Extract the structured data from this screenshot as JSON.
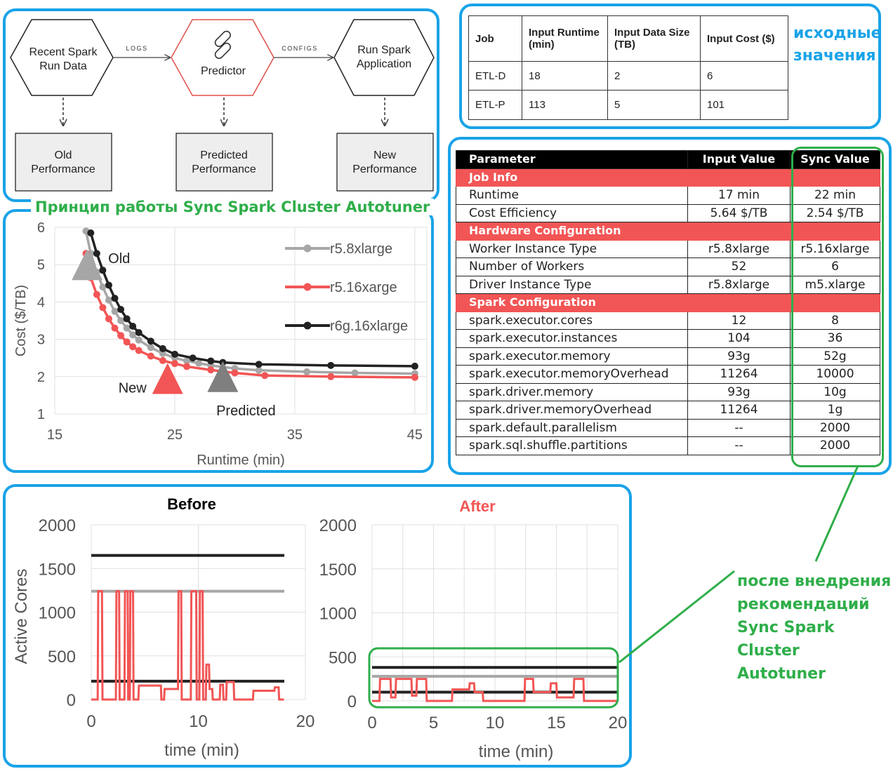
{
  "flow": {
    "nodes": [
      {
        "id": "recent",
        "lines": [
          "Recent Spark",
          "Run Data"
        ]
      },
      {
        "id": "predictor",
        "lines": [
          "Predictor"
        ]
      },
      {
        "id": "run",
        "lines": [
          "Run Spark",
          "Application"
        ]
      }
    ],
    "edge_labels": {
      "logs": "LOGS",
      "configs": "CONFIGS"
    },
    "outputs": [
      {
        "lines": [
          "Old",
          "Performance"
        ]
      },
      {
        "lines": [
          "Predicted",
          "Performance"
        ]
      },
      {
        "lines": [
          "New",
          "Performance"
        ]
      }
    ]
  },
  "caption_principle": "Принцип работы Sync Spark Cluster Autotuner",
  "job_table": {
    "headers": [
      "Job",
      "Input Runtime (min)",
      "Input Data Size (TB)",
      "Input Cost ($)"
    ],
    "rows": [
      [
        "ETL-D",
        "18",
        "2",
        "6"
      ],
      [
        "ETL-P",
        "113",
        "5",
        "101"
      ]
    ]
  },
  "note_initial": [
    "исходные",
    "значения"
  ],
  "note_after": [
    "после внедрения",
    "рекомендаций",
    "Sync Spark Cluster",
    "Autotuner"
  ],
  "param_table": {
    "headers": [
      "Parameter",
      "Input Value",
      "Sync Value"
    ],
    "sections": [
      {
        "title": "Job Info",
        "rows": [
          [
            "Runtime",
            "17 min",
            "22 min"
          ],
          [
            "Cost Efficiency",
            "5.64 $/TB",
            "2.54 $/TB"
          ]
        ]
      },
      {
        "title": "Hardware Configuration",
        "rows": [
          [
            "Worker Instance Type",
            "r5.8xlarge",
            "r5.16xlarge"
          ],
          [
            "Number of Workers",
            "52",
            "6"
          ],
          [
            "Driver Instance Type",
            "r5.8xlarge",
            "m5.xlarge"
          ]
        ]
      },
      {
        "title": "Spark Configuration",
        "rows": [
          [
            "spark.executor.cores",
            "12",
            "8"
          ],
          [
            "spark.executor.instances",
            "104",
            "36"
          ],
          [
            "spark.executor.memory",
            "93g",
            "52g"
          ],
          [
            "spark.executor.memoryOverhead",
            "11264",
            "10000"
          ],
          [
            "spark.driver.memory",
            "93g",
            "10g"
          ],
          [
            "spark.driver.memoryOverhead",
            "11264",
            "1g"
          ],
          [
            "spark.default.parallelism",
            "--",
            "2000"
          ],
          [
            "spark.sql.shuffle.partitions",
            "--",
            "2000"
          ]
        ]
      }
    ]
  },
  "colors": {
    "panel": "#1aa3e8",
    "highlight": "#2fae4a",
    "red": "#f25555",
    "gray": "#a6a6a6",
    "black": "#222222"
  },
  "chart_data": [
    {
      "type": "line",
      "xlabel": "Runtime (min)",
      "ylabel": "Cost ($/TB)",
      "xlim": [
        15,
        46
      ],
      "ylim": [
        1,
        6
      ],
      "xticks": [
        15,
        25,
        35,
        45
      ],
      "yticks": [
        1,
        2,
        3,
        4,
        5,
        6
      ],
      "legend_position": "top-right",
      "series": [
        {
          "name": "r5.8xlarge",
          "color": "#a6a6a6",
          "x": [
            17.6,
            18,
            18.5,
            19,
            19.5,
            20,
            20.5,
            21,
            21.5,
            22,
            23,
            24,
            25,
            26,
            27,
            28,
            30,
            32,
            36,
            40,
            45
          ],
          "y": [
            5.9,
            5.3,
            4.8,
            4.4,
            4.05,
            3.75,
            3.5,
            3.3,
            3.12,
            2.98,
            2.78,
            2.62,
            2.5,
            2.42,
            2.36,
            2.3,
            2.22,
            2.17,
            2.13,
            2.1,
            2.08
          ]
        },
        {
          "name": "r5.16xarge",
          "color": "#f25555",
          "x": [
            17.6,
            18,
            18.5,
            19,
            19.5,
            20,
            20.5,
            21,
            21.5,
            22,
            23,
            24,
            25,
            26,
            28,
            30,
            32.5,
            38,
            45
          ],
          "y": [
            5.3,
            4.65,
            4.2,
            3.85,
            3.55,
            3.3,
            3.1,
            2.93,
            2.8,
            2.7,
            2.55,
            2.43,
            2.35,
            2.27,
            2.18,
            2.1,
            2.03,
            2.0,
            1.98
          ]
        },
        {
          "name": "r6g.16xlarge",
          "color": "#222222",
          "x": [
            18,
            18.5,
            19,
            19.5,
            20,
            20.5,
            21,
            21.5,
            22,
            23,
            24,
            25,
            26.5,
            28,
            29,
            32,
            38,
            45
          ],
          "y": [
            5.85,
            5.3,
            4.85,
            4.45,
            4.1,
            3.8,
            3.55,
            3.35,
            3.18,
            2.95,
            2.75,
            2.6,
            2.5,
            2.42,
            2.38,
            2.33,
            2.3,
            2.28
          ]
        }
      ],
      "annotations": [
        {
          "label": "Old",
          "x": 17.7,
          "y": 5.0,
          "color": "#a6a6a6"
        },
        {
          "label": "New",
          "x": 24.4,
          "y": 1.95,
          "color": "#f25555"
        },
        {
          "label": "Predicted",
          "x": 29.0,
          "y": 2.0,
          "color": "#7f7f7f"
        }
      ]
    },
    {
      "type": "line",
      "title": "Before",
      "xlabel": "time (min)",
      "ylabel": "Active Cores",
      "xlim": [
        0,
        20
      ],
      "ylim": [
        0,
        2000
      ],
      "xticks": [
        0,
        10,
        20
      ],
      "yticks": [
        0,
        500,
        1000,
        1500,
        2000
      ],
      "reference_lines": [
        {
          "y": 1650,
          "color": "#222222"
        },
        {
          "y": 1240,
          "color": "#a6a6a6"
        },
        {
          "y": 210,
          "color": "#222222"
        }
      ],
      "series": [
        {
          "color": "#f25555",
          "x": [
            0,
            0.6,
            0.65,
            1.0,
            1.05,
            2.3,
            2.35,
            2.6,
            2.65,
            3.1,
            3.15,
            3.4,
            3.45,
            3.6,
            3.65,
            3.9,
            3.95,
            4.4,
            4.45,
            6.5,
            6.55,
            6.8,
            6.85,
            8.1,
            8.15,
            8.4,
            8.45,
            9.3,
            9.35,
            9.8,
            9.85,
            10.1,
            10.15,
            10.4,
            10.45,
            10.7,
            10.75,
            11,
            11.05,
            11.3,
            11.35,
            12.0,
            12.05,
            12.3,
            12.35,
            12.6,
            12.65,
            13.3,
            13.35,
            15.1,
            15.15,
            17.1,
            17.15,
            17.5,
            17.55,
            18
          ],
          "y": [
            0,
            0,
            1240,
            1240,
            0,
            0,
            1240,
            1240,
            0,
            0,
            1240,
            1240,
            0,
            0,
            1240,
            1240,
            0,
            0,
            160,
            160,
            0,
            0,
            120,
            120,
            1240,
            1240,
            0,
            0,
            1240,
            1240,
            0,
            0,
            1240,
            1240,
            0,
            0,
            400,
            400,
            120,
            120,
            0,
            0,
            170,
            170,
            0,
            0,
            200,
            200,
            0,
            0,
            100,
            100,
            140,
            140,
            0,
            0
          ]
        }
      ]
    },
    {
      "type": "line",
      "title": "After",
      "xlabel": "time (min)",
      "ylabel": "",
      "xlim": [
        0,
        20
      ],
      "ylim": [
        0,
        2000
      ],
      "xticks": [
        0,
        5,
        10,
        15,
        20
      ],
      "yticks": [
        0,
        500,
        1000,
        1500,
        2000
      ],
      "reference_lines": [
        {
          "y": 380,
          "color": "#222222"
        },
        {
          "y": 280,
          "color": "#a6a6a6"
        },
        {
          "y": 100,
          "color": "#222222"
        }
      ],
      "series": [
        {
          "color": "#f25555",
          "x": [
            0,
            0.6,
            0.65,
            1.5,
            1.55,
            1.9,
            1.95,
            3.2,
            3.25,
            3.6,
            3.65,
            4.4,
            4.45,
            6.5,
            6.55,
            7.9,
            7.95,
            8.3,
            8.35,
            9.0,
            9.05,
            12.4,
            12.45,
            13.1,
            13.15,
            14.5,
            14.55,
            15.0,
            15.05,
            16.4,
            16.45,
            17.2,
            17.25,
            20
          ],
          "y": [
            0,
            0,
            250,
            250,
            40,
            40,
            250,
            250,
            60,
            60,
            250,
            250,
            0,
            0,
            130,
            130,
            200,
            200,
            100,
            100,
            0,
            0,
            250,
            250,
            100,
            100,
            200,
            200,
            40,
            40,
            250,
            250,
            0,
            0
          ]
        }
      ]
    }
  ]
}
